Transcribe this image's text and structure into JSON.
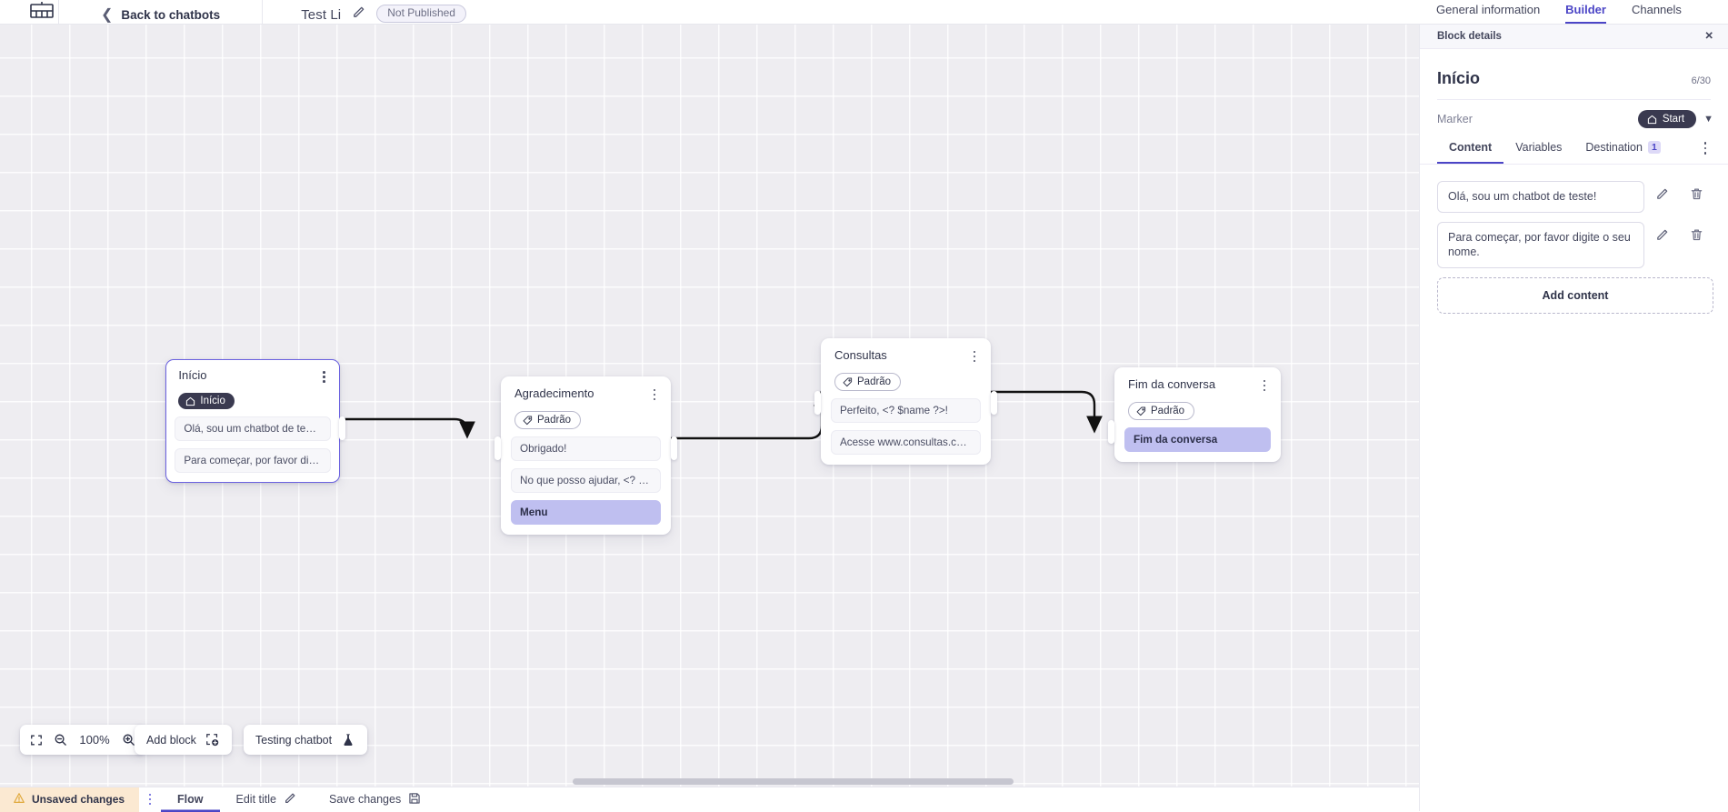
{
  "topbar": {
    "logo_icon": "chatbot-logo-icon",
    "back_chevron_icon": "chevron-left-icon",
    "back_label": "Back to chatbots",
    "bot_title": "Test Li",
    "edit_title_icon": "pencil-icon",
    "publish_status": "Not Published"
  },
  "right_tabs": [
    {
      "label": "General information",
      "active": false
    },
    {
      "label": "Builder",
      "active": true
    },
    {
      "label": "Channels",
      "active": false
    }
  ],
  "canvas": {
    "zoom": {
      "fit_icon": "fit-screen-icon",
      "zoom_out_icon": "zoom-out-icon",
      "level": "100%",
      "zoom_in_icon": "zoom-in-icon"
    },
    "add_block": {
      "label": "Add block",
      "icon": "add-block-icon"
    },
    "testing": {
      "label": "Testing chatbot",
      "icon": "flask-icon"
    },
    "nodes": [
      {
        "id": "inicio",
        "title": "Início",
        "tag": {
          "label": "Início",
          "icon": "home-icon",
          "style": "start"
        },
        "selected": true,
        "messages": [
          {
            "text": "Olá, sou um chatbot de teste!",
            "accent": false
          },
          {
            "text": "Para começar, por favor digite o ...",
            "accent": false
          }
        ]
      },
      {
        "id": "agradecimento",
        "title": "Agradecimento",
        "tag": {
          "label": "Padrão",
          "icon": "tag-icon",
          "style": "padrao"
        },
        "selected": false,
        "messages": [
          {
            "text": "Obrigado!",
            "accent": false
          },
          {
            "text": "No que posso ajudar, <? $name ...",
            "accent": false
          },
          {
            "text": "Menu",
            "accent": true
          }
        ]
      },
      {
        "id": "consultas",
        "title": "Consultas",
        "tag": {
          "label": "Padrão",
          "icon": "tag-icon",
          "style": "padrao"
        },
        "selected": false,
        "messages": [
          {
            "text": "Perfeito, <? $name ?>!",
            "accent": false
          },
          {
            "text": "Acesse www.consultas.com par...",
            "accent": false
          }
        ]
      },
      {
        "id": "fim-da-conversa",
        "title": "Fim da conversa",
        "tag": {
          "label": "Padrão",
          "icon": "tag-icon",
          "style": "padrao"
        },
        "selected": false,
        "messages": [
          {
            "text": "Fim da conversa",
            "accent": true
          }
        ]
      }
    ]
  },
  "panel": {
    "header_label": "Block details",
    "close_icon": "close-icon",
    "title": "Início",
    "count": "6/30",
    "marker_label": "Marker",
    "marker_value": "Start",
    "marker_icon": "home-icon",
    "marker_caret_icon": "chevron-down-icon",
    "tabs": [
      {
        "label": "Content",
        "active": true,
        "badge": ""
      },
      {
        "label": "Variables",
        "active": false,
        "badge": ""
      },
      {
        "label": "Destination",
        "active": false,
        "badge": "1"
      }
    ],
    "contents": [
      {
        "text": "Olá, sou um chatbot de teste!",
        "edit_icon": "pencil-icon",
        "delete_icon": "trash-icon"
      },
      {
        "text": "Para começar, por favor digite o seu nome.",
        "edit_icon": "pencil-icon",
        "delete_icon": "trash-icon"
      }
    ],
    "add_content_label": "Add content"
  },
  "bottombar": {
    "unsaved_label": "Unsaved changes",
    "warning_icon": "warning-triangle-icon",
    "kebab_icon": "kebab-menu-icon",
    "items": [
      {
        "label": "Flow",
        "active": true,
        "icon": ""
      },
      {
        "label": "Edit title",
        "active": false,
        "icon": "pencil-icon"
      },
      {
        "label": "Save changes",
        "active": false,
        "icon": "save-icon"
      }
    ]
  },
  "colors": {
    "accent": "#4b45c6",
    "node_accent": "#bfbff0",
    "warning_bg": "#fbe9d2",
    "canvas_bg": "#eeedf1"
  }
}
